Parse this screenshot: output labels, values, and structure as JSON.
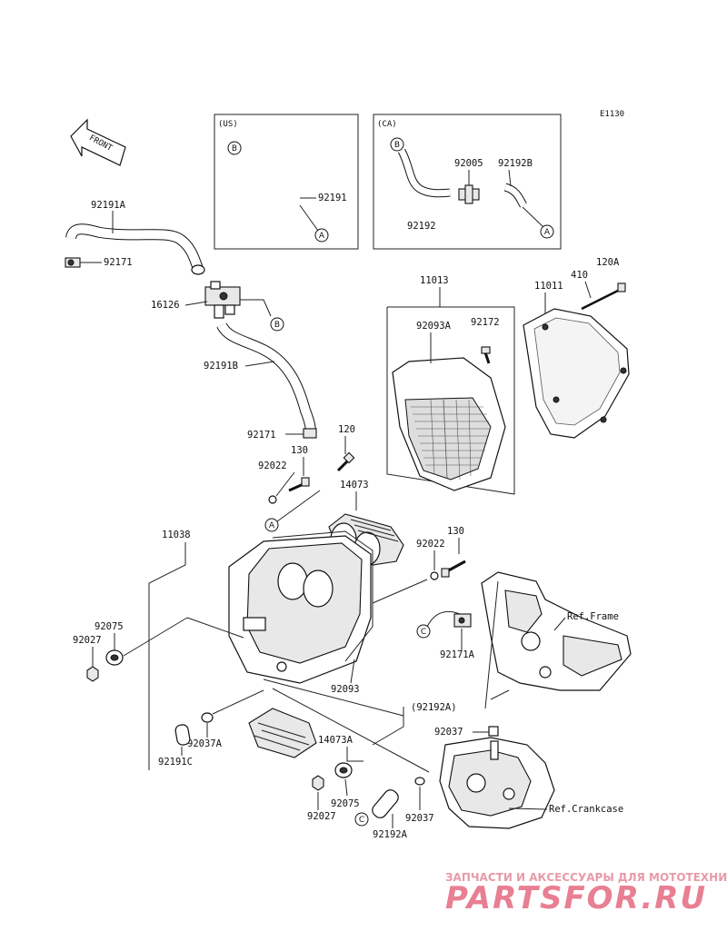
{
  "diagram_code": "E1130",
  "front_label": "FRONT",
  "boxes": {
    "us": {
      "title": "(US)",
      "parts": [
        "92191"
      ],
      "callouts": [
        "B",
        "A"
      ]
    },
    "ca": {
      "title": "(CA)",
      "parts": [
        "92005",
        "92192B",
        "92192"
      ],
      "callouts": [
        "B",
        "A"
      ]
    }
  },
  "parts": {
    "p92191A": "92191A",
    "p92171_top": "92171",
    "p16126": "16126",
    "p92191B": "92191B",
    "p92171_mid": "92171",
    "p120_mid": "120",
    "p130_mid": "130",
    "p92022_mid": "92022",
    "p14073": "14073",
    "p11038": "11038",
    "p92022_right": "92022",
    "p130_right": "130",
    "p92075_left": "92075",
    "p92027_left": "92027",
    "p92093": "92093",
    "p92171A": "92171A",
    "p92192A_paren": "(92192A)",
    "p92037": "92037",
    "p92037A": "92037A",
    "p14073A": "14073A",
    "p92191C": "92191C",
    "p92027_bottom": "92027",
    "p92075_bottom": "92075",
    "p92192A": "92192A",
    "p92037_bottom": "92037",
    "p11013": "11013",
    "p92093A": "92093A",
    "p92172": "92172",
    "p11011": "11011",
    "p410": "410",
    "p120A": "120A"
  },
  "refs": {
    "frame": "Ref.Frame",
    "crankcase": "Ref.Crankcase"
  },
  "callouts": {
    "b_left": "B",
    "a_mid": "A",
    "c_right": "C",
    "c_bottom": "C"
  },
  "watermark": {
    "line1": "ЗАПЧАСТИ И АКСЕССУАРЫ ДЛЯ МОТОТЕХНИКИ",
    "line2": "PARTSFOR.RU"
  }
}
